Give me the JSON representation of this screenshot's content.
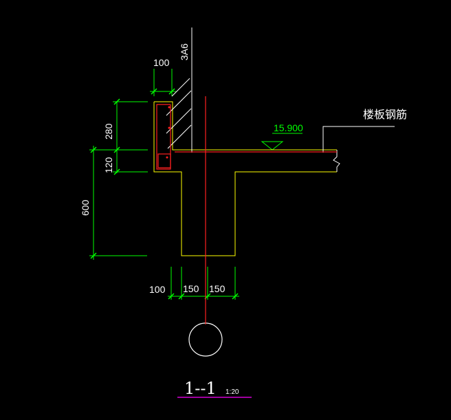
{
  "colors": {
    "background": "#000000",
    "dimension": "#00ff00",
    "concrete": "#ffff00",
    "rebar": "#ff2020",
    "line": "#ffffff",
    "title_underline": "#ff00ff"
  },
  "labels": {
    "top_width": "100",
    "rebar_callout": "3A6",
    "height_upper": "280",
    "height_lower": "120",
    "drop_height": "600",
    "bottom_left": "100",
    "bottom_mid": "150",
    "bottom_right": "150",
    "elevation": "15.900",
    "slab_rebar": "楼板钢筋",
    "section_title": "1--1",
    "section_scale": "1:20"
  }
}
